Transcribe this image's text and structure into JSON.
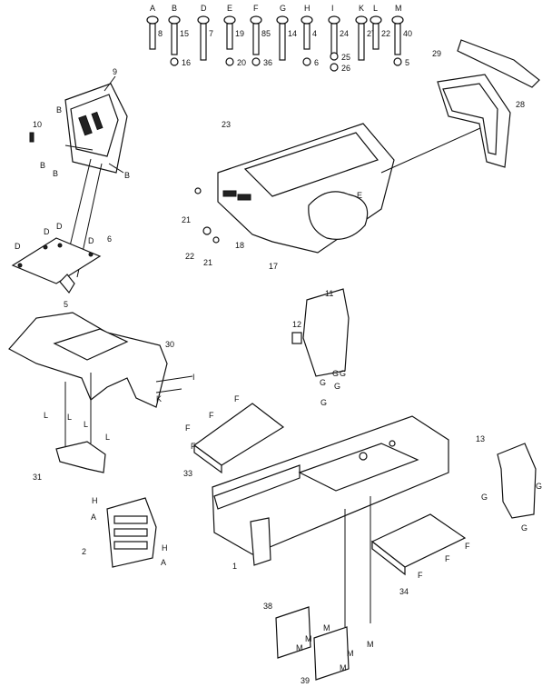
{
  "hardware_letters": [
    "A",
    "B",
    "D",
    "E",
    "F",
    "G",
    "H",
    "I",
    "K",
    "L",
    "M"
  ],
  "hardware_nums": [
    "8",
    "15",
    "7",
    "19",
    "85",
    "14",
    "4",
    "24",
    "27",
    "22",
    "40"
  ],
  "washer_nums": [
    "16",
    "20",
    "36",
    "6",
    "25",
    "26",
    "5"
  ],
  "callouts": {
    "n1": "1",
    "n2": "2",
    "n5": "5",
    "n6": "6",
    "n9": "9",
    "n10": "10",
    "n11": "11",
    "n12": "12",
    "n13": "13",
    "n17": "17",
    "n18": "18",
    "n21a": "21",
    "n21b": "21",
    "n22": "22",
    "n23": "23",
    "n28": "28",
    "n29": "29",
    "n30": "30",
    "n31": "31",
    "n33": "33",
    "n34": "34",
    "n38": "38",
    "n39": "39"
  },
  "letters": {
    "B": "B",
    "D": "D",
    "E": "E",
    "F": "F",
    "G": "G",
    "H": "H",
    "I": "I",
    "K": "K",
    "L": "L",
    "M": "M",
    "A": "A"
  }
}
